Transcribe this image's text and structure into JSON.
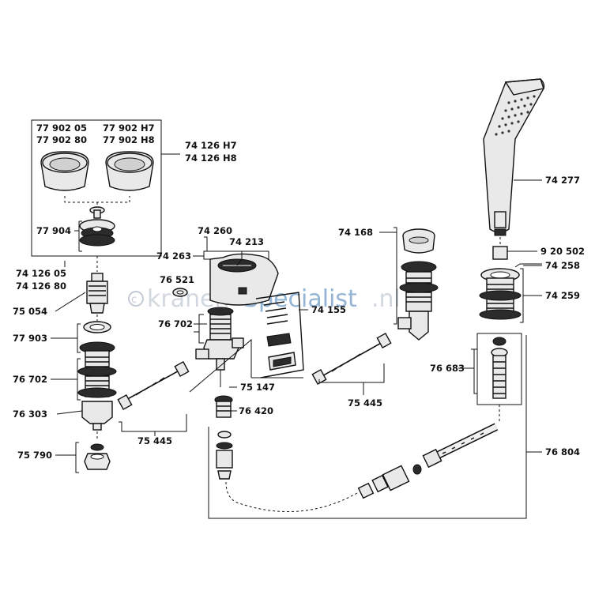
{
  "watermark": {
    "part1": "kranen",
    "part2": "Specialist",
    "part3": ".nl"
  },
  "labels": {
    "l77902_05": "77 902 05",
    "l77902_80": "77 902 80",
    "l77902_H7": "77 902 H7",
    "l77902_H8": "77 902 H8",
    "l74126_H7": "74 126 H7",
    "l74126_H8": "74 126 H8",
    "l77904": "77 904",
    "l74126_05": "74 126 05",
    "l74126_80": "74 126 80",
    "l75054": "75 054",
    "l77903": "77 903",
    "l76702a": "76 702",
    "l76303": "76 303",
    "l75790": "75 790",
    "l74260": "74 260",
    "l74213": "74 213",
    "l74263": "74 263",
    "l76521": "76 521",
    "l76702b": "76 702",
    "l74155": "74 155",
    "l75147": "75 147",
    "l76420": "76 420",
    "l75445a": "75 445",
    "l74168": "74 168",
    "l75445b": "75 445",
    "l74277": "74 277",
    "l920502": "9 20 502",
    "l74258": "74 258",
    "l74259": "74 259",
    "l76683": "76 683",
    "l76804": "76 804"
  }
}
